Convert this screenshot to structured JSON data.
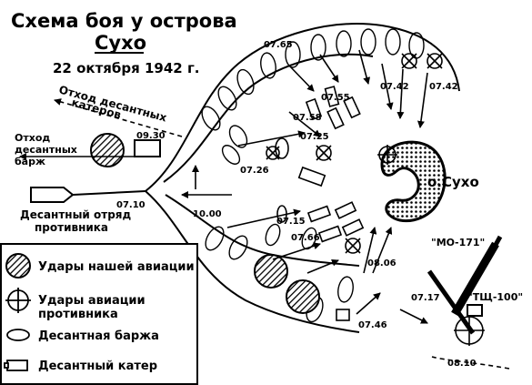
{
  "title": {
    "line1": "Схема боя у острова",
    "line2": "Сухо",
    "date": "22 октября 1942 г."
  },
  "labels": {
    "withdrawal_boats_line1": "Отход десантных",
    "withdrawal_boats_line2": "катеров",
    "withdrawal_barges_line1": "Отход",
    "withdrawal_barges_line2": "десантных",
    "withdrawal_barges_line3": "барж",
    "enemy_landing_line1": "Десантный отряд",
    "enemy_landing_line2": "противника",
    "island": "о.Сухо",
    "ship_mo": "\"МО-171\"",
    "ship_tsch": "\"ТЩ-100\""
  },
  "times": {
    "t0665": "07.65",
    "t0755": "07.55",
    "t0758": "07.58",
    "t0725": "07.25",
    "t0726": "07.26",
    "t0742a": "07.42",
    "t0742b": "07.42",
    "t0930": "09.30",
    "t0710": "07.10",
    "t1000": "10.00",
    "t0715": "07.15",
    "t0766": "07.66",
    "t0806": "08.06",
    "t0717": "07.17",
    "t0746": "07.46",
    "t0810": "08.10"
  },
  "legend": [
    {
      "icon": "own-aviation-strike-icon",
      "text": "Удары нашей авиации"
    },
    {
      "icon": "enemy-aviation-strike-icon",
      "text_line1": "Удары авиации",
      "text_line2": "противника"
    },
    {
      "icon": "landing-barge-icon",
      "text": "Десантная баржа"
    },
    {
      "icon": "landing-boat-icon",
      "text": "Десантный катер"
    }
  ]
}
